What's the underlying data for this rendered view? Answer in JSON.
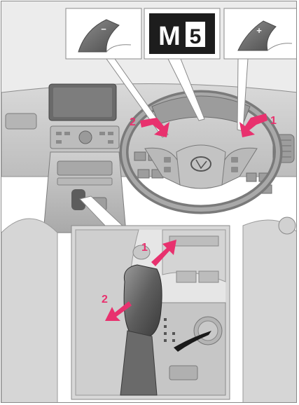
{
  "illustration": {
    "subject": "vehicle-interior-paddle-shift-and-shift-lever",
    "gear_display": {
      "text": "M5",
      "letter": "M",
      "digit": "5"
    },
    "paddles": [
      {
        "symbol": "−"
      },
      {
        "symbol": "+"
      }
    ],
    "wheel_callouts": [
      {
        "number": "2"
      },
      {
        "number": "1"
      }
    ],
    "lever_callouts": [
      {
        "number": "1"
      },
      {
        "number": "2"
      }
    ]
  },
  "colors": {
    "callout_pink": "#e8316e",
    "display_bg": "#1d1d1d",
    "display_text": "#ffffff",
    "line_art": "#6e6e6e"
  }
}
